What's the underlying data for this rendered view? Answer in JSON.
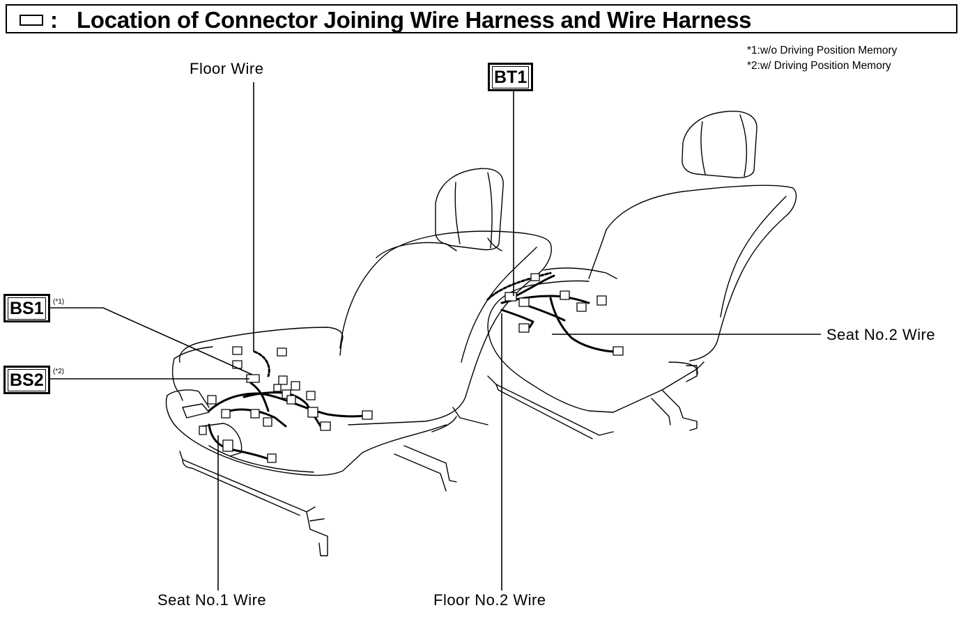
{
  "title": {
    "colon": ":",
    "text": "Location of Connector Joining Wire Harness and Wire Harness"
  },
  "notes": [
    "*1:w/o Driving Position Memory",
    "*2:w/ Driving Position Memory"
  ],
  "labels": {
    "floor_wire": "Floor Wire",
    "seat_no2_wire": "Seat No.2 Wire",
    "seat_no1_wire": "Seat No.1 Wire",
    "floor_no2_wire": "Floor No.2 Wire"
  },
  "connectors": {
    "bt1": "BT1",
    "bs1": "BS1",
    "bs1_note": "(*1)",
    "bs2": "BS2",
    "bs2_note": "(*2)"
  },
  "colors": {
    "line": "#000000",
    "background": "#ffffff"
  }
}
